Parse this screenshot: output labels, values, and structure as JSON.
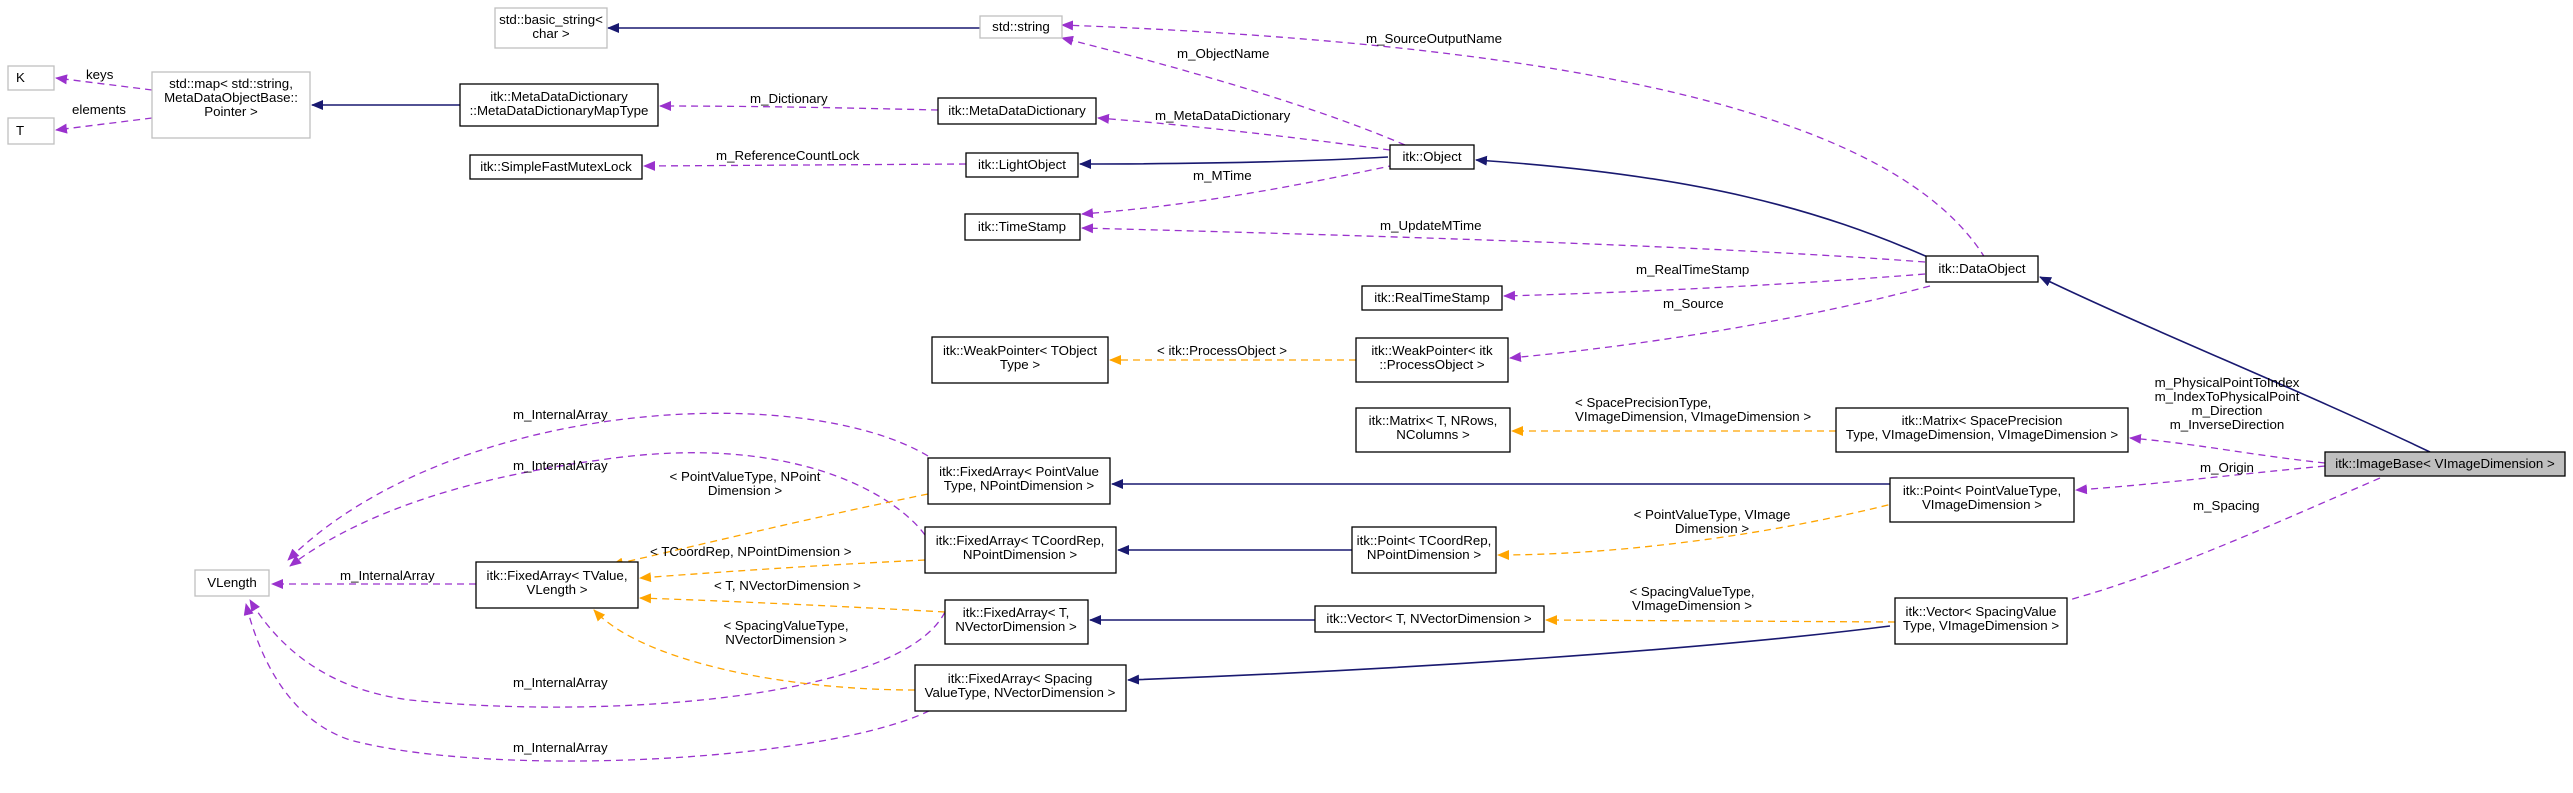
{
  "nodes": {
    "basic_string": [
      "std::basic_string<",
      "char >"
    ],
    "std_string": [
      "std::string"
    ],
    "K": [
      "K"
    ],
    "T": [
      "T"
    ],
    "std_map": [
      "std::map< std::string,",
      "MetaDataObjectBase::",
      "Pointer >"
    ],
    "mdd_maptype": [
      "itk::MetaDataDictionary",
      "::MetaDataDictionaryMapType"
    ],
    "mdd": [
      "itk::MetaDataDictionary"
    ],
    "mutex": [
      "itk::SimpleFastMutexLock"
    ],
    "lightobject": [
      "itk::LightObject"
    ],
    "object": [
      "itk::Object"
    ],
    "timestamp": [
      "itk::TimeStamp"
    ],
    "dataobject": [
      "itk::DataObject"
    ],
    "realtimestamp": [
      "itk::RealTimeStamp"
    ],
    "weakptr_tpl": [
      "itk::WeakPointer< TObject",
      "Type >"
    ],
    "weakptr_po": [
      "itk::WeakPointer< itk",
      "::ProcessObject >"
    ],
    "matrix_tpl": [
      "itk::Matrix< T, NRows,",
      "NColumns >"
    ],
    "matrix_inst": [
      "itk::Matrix< SpacePrecision",
      "Type, VImageDimension, VImageDimension >"
    ],
    "imagebase": [
      "itk::ImageBase< VImageDimension >"
    ],
    "fa_pv": [
      "itk::FixedArray< PointValue",
      "Type, NPointDimension >"
    ],
    "point_inst": [
      "itk::Point< PointValueType,",
      "VImageDimension >"
    ],
    "vlength": [
      "VLength"
    ],
    "fa_tvalue": [
      "itk::FixedArray< TValue,",
      "VLength >"
    ],
    "fa_tcoord": [
      "itk::FixedArray< TCoordRep,",
      "NPointDimension >"
    ],
    "point_tpl": [
      "itk::Point< TCoordRep,",
      "NPointDimension >"
    ],
    "fa_t": [
      "itk::FixedArray< T,",
      "NVectorDimension >"
    ],
    "vector_tpl": [
      "itk::Vector< T, NVectorDimension >"
    ],
    "vector_inst": [
      "itk::Vector< SpacingValue",
      "Type, VImageDimension >"
    ],
    "fa_spacing": [
      "itk::FixedArray< Spacing",
      "ValueType, NVectorDimension >"
    ]
  },
  "edge_labels": {
    "source_output_name": [
      "m_SourceOutputName"
    ],
    "object_name": [
      "m_ObjectName"
    ],
    "keys": [
      "keys"
    ],
    "elements": [
      "elements"
    ],
    "dictionary": [
      "m_Dictionary"
    ],
    "meta_data_dictionary": [
      "m_MetaDataDictionary"
    ],
    "reference_count_lock": [
      "m_ReferenceCountLock"
    ],
    "mtime": [
      "m_MTime"
    ],
    "update_mtime": [
      "m_UpdateMTime"
    ],
    "real_time_stamp": [
      "m_RealTimeStamp"
    ],
    "source": [
      "m_Source"
    ],
    "process_object_tpl": [
      "< itk::ProcessObject >"
    ],
    "space_precision_tpl": [
      "< SpacePrecisionType,",
      "VImageDimension, VImageDimension >"
    ],
    "matrices": [
      "m_PhysicalPointToIndex",
      "m_IndexToPhysicalPoint",
      "m_Direction",
      "m_InverseDirection"
    ],
    "origin": [
      "m_Origin"
    ],
    "spacing": [
      "m_Spacing"
    ],
    "internal_array_1": [
      "m_InternalArray"
    ],
    "internal_array_2": [
      "m_InternalArray"
    ],
    "internal_array_3": [
      "m_InternalArray"
    ],
    "internal_array_4": [
      "m_InternalArray"
    ],
    "internal_array_5": [
      "m_InternalArray"
    ],
    "point_value_tpl": [
      "< PointValueType, NPoint",
      "Dimension >"
    ],
    "tcoord_tpl": [
      "< TCoordRep, NPointDimension >"
    ],
    "t_nvector_tpl": [
      "< T, NVectorDimension >"
    ],
    "spacing_nvector_tpl": [
      "< SpacingValueType,",
      "NVectorDimension >"
    ],
    "point_vimage_tpl": [
      "< PointValueType, VImage",
      "Dimension >"
    ],
    "spacing_vimage_tpl": [
      "< SpacingValueType,",
      "VImageDimension >"
    ]
  },
  "colors": {
    "inheritance": "#191970",
    "usage": "#9a32cd",
    "template": "#ffa500",
    "highlight_fill": "#bfbfbf",
    "missing_border": "#bfbfbf"
  }
}
